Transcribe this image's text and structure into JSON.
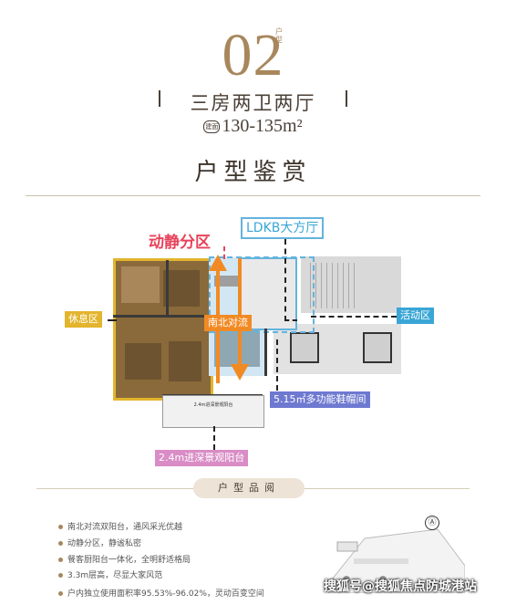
{
  "header": {
    "unit_number": "02",
    "unit_suffix": "户型",
    "layout_name": "三房两卫两厅",
    "area_badge": "建面",
    "area_value": "130-135m²",
    "section_title": "户型鉴赏"
  },
  "plan": {
    "zone_label": "动静分区",
    "ldkb_label": "LDKB大方厅",
    "rest_label": "休息区",
    "activity_label": "活动区",
    "flow_label": "南北对流",
    "storage_label": "5.15㎡多功能鞋帽间",
    "balcony_label": "2.4m进深景观阳台",
    "balcony_inner_text": "2.4m进深景观阳台",
    "colors": {
      "rest": "#e3b52e",
      "ldkb": "#64b3de",
      "activity": "#3aa6d6",
      "zone": "#e8425a",
      "flow": "#f28a24",
      "storage": "#6e79d0",
      "balcony": "#d98cc5"
    }
  },
  "features": {
    "title": "户型品阅",
    "items": [
      "南北对流双阳台，通风采光优越",
      "动静分区，静谧私密",
      "餐客厨阳台一体化，全明舒适格局",
      "3.3m层高，尽显大家风范",
      "户内独立使用面积率95.53%-96.02%，灵动百变空间"
    ],
    "height_highlight": "3.3m",
    "ratio_highlight": "95.53%-96.02%"
  },
  "watermark": "搜狐号@搜狐焦点防城港站"
}
